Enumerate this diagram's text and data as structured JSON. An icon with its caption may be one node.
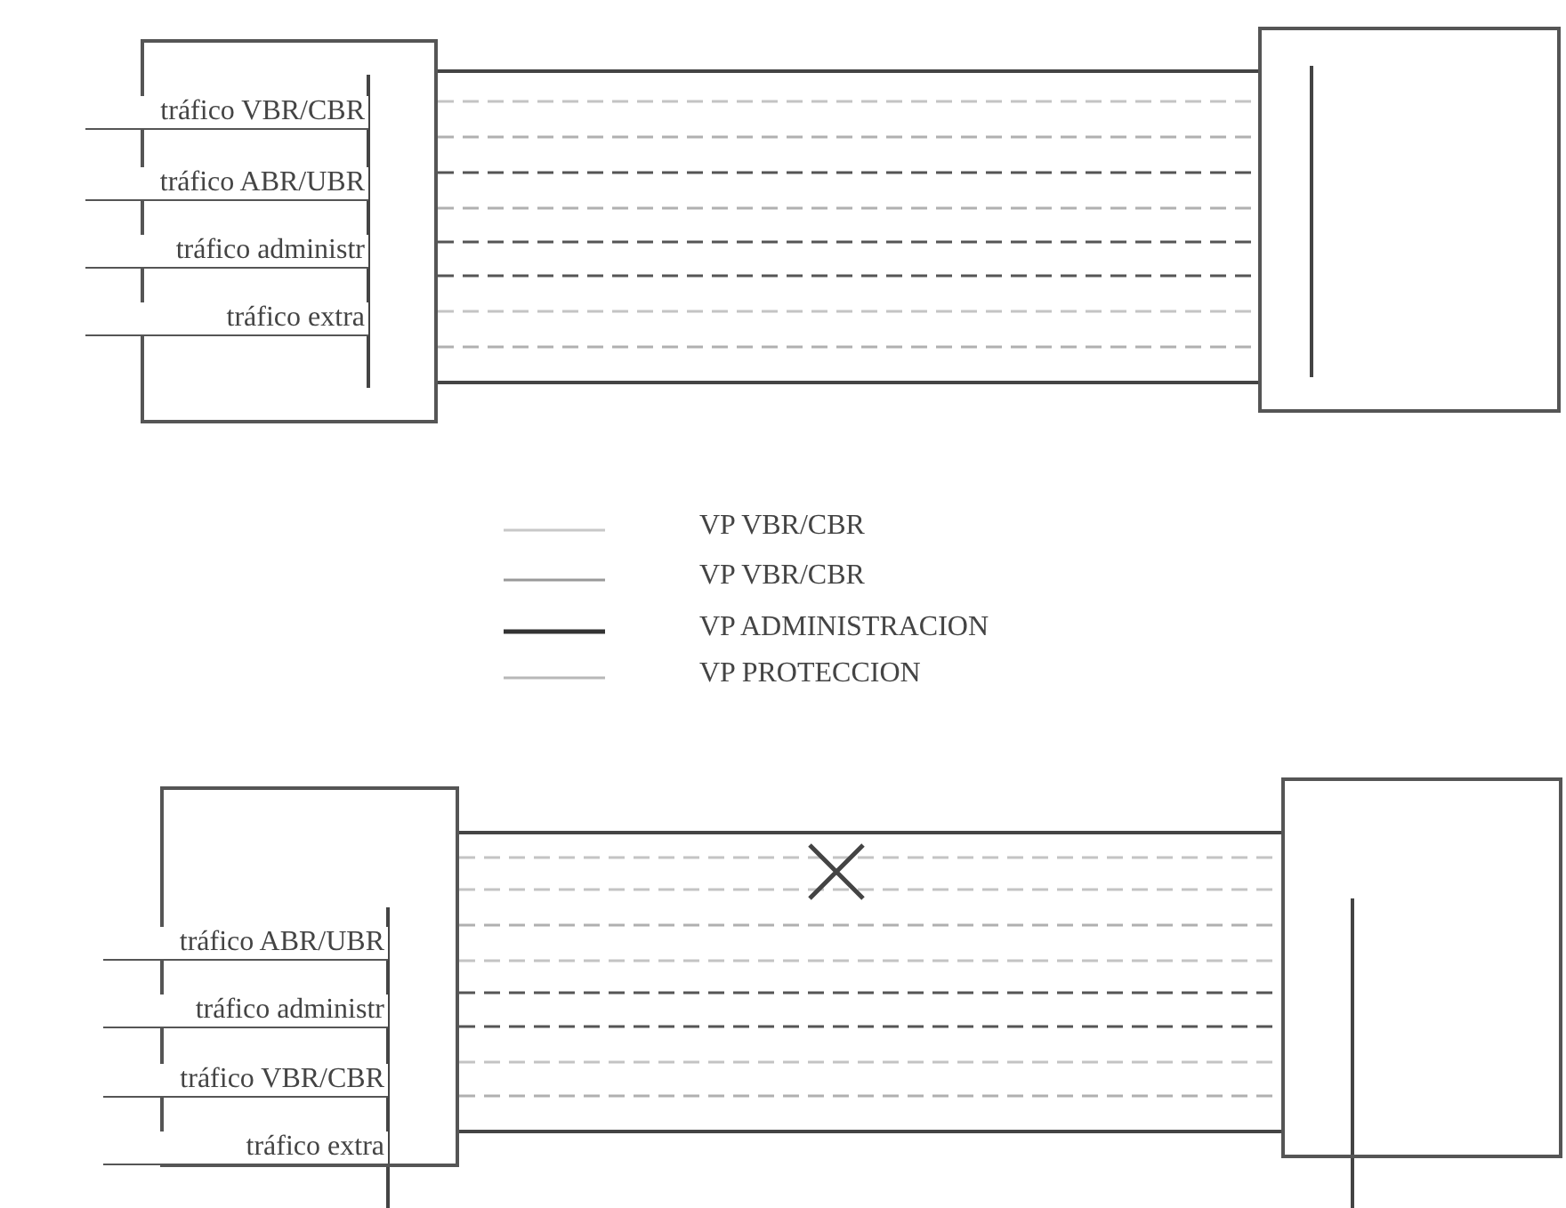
{
  "diagram": {
    "nodes": [
      {
        "text": [],
        "shape": "box"
      },
      {
        "text": [],
        "shape": "box"
      },
      {
        "text": [],
        "shape": "box"
      },
      {
        "text": [],
        "shape": "box"
      }
    ],
    "edges": [
      {
        "from": 0,
        "to": 1,
        "arrow": "none",
        "color": "#444444"
      },
      {
        "from": 0,
        "to": 1,
        "arrow": "none",
        "style": "dashed",
        "color": "#c4c4c4"
      },
      {
        "from": 0,
        "to": 1,
        "arrow": "none",
        "style": "dashed",
        "color": "#b0b0b0"
      },
      {
        "from": 0,
        "to": 1,
        "arrow": "none",
        "style": "dashed",
        "color": "#555555"
      },
      {
        "from": 0,
        "to": 1,
        "arrow": "none",
        "style": "dashed",
        "color": "#b0b0b0"
      },
      {
        "from": 0,
        "to": 1,
        "arrow": "none",
        "style": "dashed",
        "color": "#555555"
      },
      {
        "from": 0,
        "to": 1,
        "arrow": "none",
        "style": "dashed",
        "color": "#555555"
      },
      {
        "from": 0,
        "to": 1,
        "arrow": "none",
        "style": "dashed",
        "color": "#c4c4c4"
      },
      {
        "from": 0,
        "to": 1,
        "arrow": "none",
        "style": "dashed",
        "color": "#b0b0b0"
      },
      {
        "from": 0,
        "to": 1,
        "arrow": "none",
        "color": "#444444"
      },
      {
        "from": 2,
        "to": 3,
        "arrow": "none",
        "color": "#444444"
      },
      {
        "from": 2,
        "to": 3,
        "arrow": "none",
        "style": "dashed",
        "color": "#c4c4c4"
      },
      {
        "from": 2,
        "to": 3,
        "arrow": "none",
        "style": "dashed",
        "color": "#c4c4c4"
      },
      {
        "from": 2,
        "to": 3,
        "arrow": "none",
        "style": "dashed",
        "color": "#b0b0b0"
      },
      {
        "from": 2,
        "to": 3,
        "arrow": "none",
        "style": "dashed",
        "color": "#c4c4c4"
      },
      {
        "from": 2,
        "to": 3,
        "arrow": "none",
        "style": "dashed",
        "color": "#555555"
      },
      {
        "from": 2,
        "to": 3,
        "arrow": "none",
        "style": "dashed",
        "color": "#555555"
      },
      {
        "from": 2,
        "to": 3,
        "arrow": "none",
        "style": "dashed",
        "color": "#c4c4c4"
      },
      {
        "from": 2,
        "to": 3,
        "arrow": "none",
        "style": "dashed",
        "color": "#b0b0b0"
      },
      {
        "from": 2,
        "to": 3,
        "arrow": "none",
        "color": "#444444"
      }
    ],
    "labels": [
      "tráfico VBR/CBR",
      "tráfico ABR/UBR",
      "tráfico administr",
      "tráfico extra",
      "tráfico ABR/UBR",
      "tráfico administr",
      "tráfico VBR/CBR",
      "tráfico extra"
    ],
    "legend": [
      {
        "text": "VP VBR/CBR"
      },
      {
        "text": "VP VBR/CBR"
      },
      {
        "text": "VP ADMINISTRACION"
      },
      {
        "text": "VP PROTECCION"
      }
    ]
  }
}
